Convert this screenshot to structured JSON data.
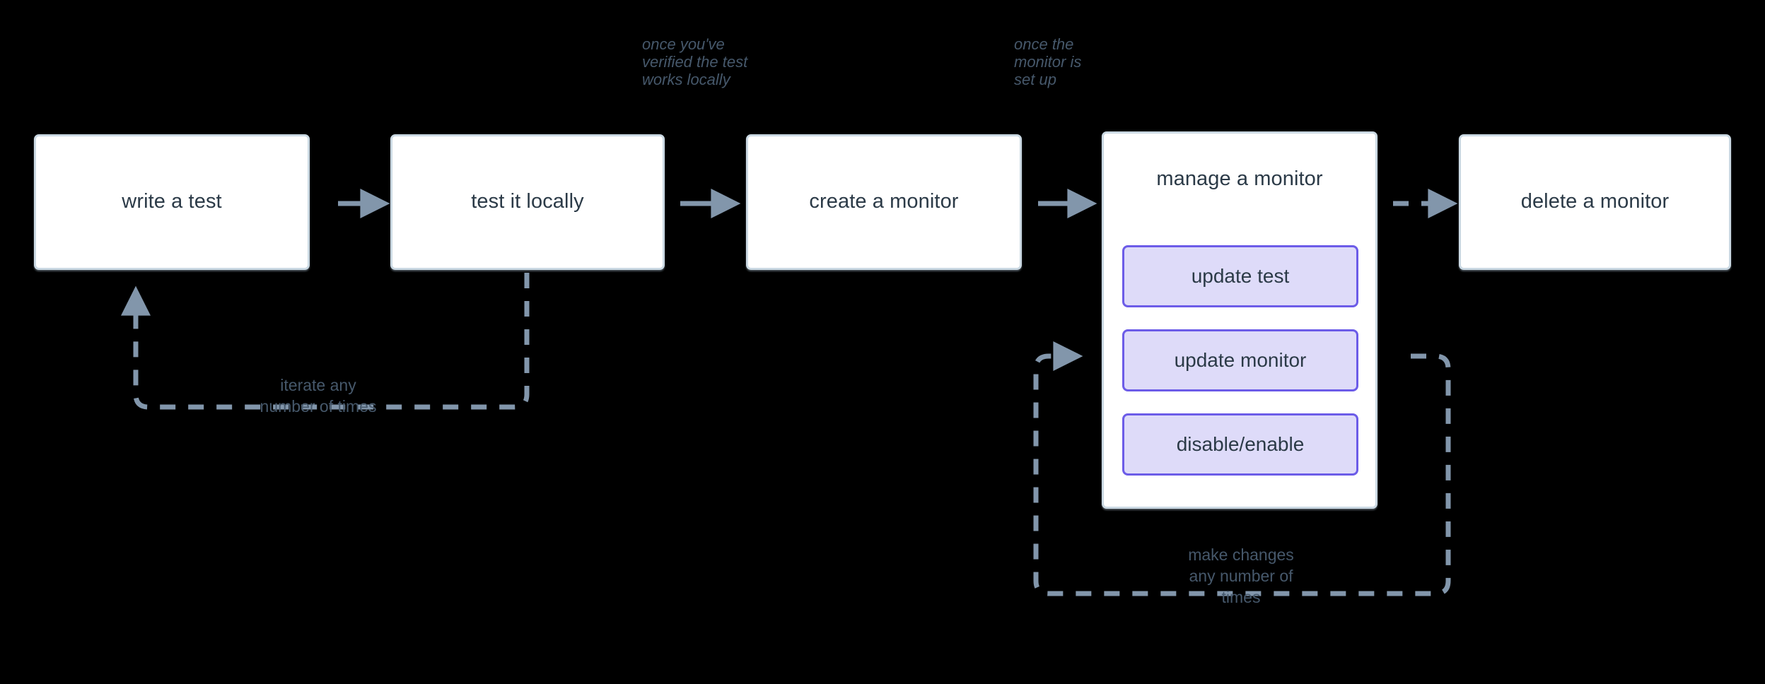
{
  "diagram": {
    "title": "monitor lifecycle flow",
    "background_color": "#000000",
    "node_fill": "#FFFFFF",
    "node_border": "#CBD9E3",
    "sub_node_fill": "#DEDBF9",
    "sub_node_border": "#6C5CE8",
    "text_color": "#2B3A47",
    "edge_color": "#8296AB",
    "label_color": "#46586B"
  },
  "nodes": [
    {
      "id": "write-a-test",
      "label": "write a test"
    },
    {
      "id": "test-it-locally",
      "label": "test it locally"
    },
    {
      "id": "create-a-monitor",
      "label": "create a monitor"
    },
    {
      "id": "manage-a-monitor",
      "label": "manage a monitor"
    },
    {
      "id": "delete-a-monitor",
      "label": "delete a monitor"
    }
  ],
  "sub_nodes": [
    {
      "id": "update-test",
      "label": "update test"
    },
    {
      "id": "update-monitor",
      "label": "update monitor"
    },
    {
      "id": "disable-enable",
      "label": "disable/enable"
    }
  ],
  "annotations": [
    {
      "id": "annotation-verified",
      "text": "once you've\nverified the test\nworks locally"
    },
    {
      "id": "annotation-setup",
      "text": "once the\nmonitor is\nset up"
    }
  ],
  "edge_labels": [
    {
      "id": "iterate-loop-label",
      "text": "iterate any\nnumber of times"
    },
    {
      "id": "make-changes-loop-label",
      "text": "make changes\nany number of\ntimes"
    }
  ],
  "edges": [
    {
      "id": "edge-write-to-test",
      "style": "solid",
      "arrow": true
    },
    {
      "id": "edge-test-to-create",
      "style": "solid",
      "arrow": true
    },
    {
      "id": "edge-create-to-manage",
      "style": "solid",
      "arrow": true
    },
    {
      "id": "edge-manage-to-delete",
      "style": "dashed",
      "arrow": true
    },
    {
      "id": "edge-iterate-loop",
      "style": "dashed",
      "arrow": true
    },
    {
      "id": "edge-make-changes-loop",
      "style": "dashed",
      "arrow": true
    }
  ]
}
